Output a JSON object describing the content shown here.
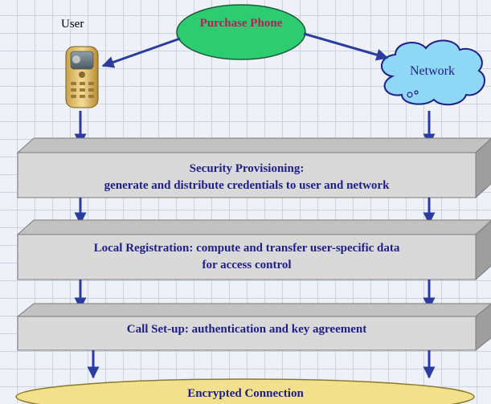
{
  "diagram": {
    "user_label": "User",
    "purchase_label": "Purchase Phone",
    "network_label": "Network",
    "box1_title": "Security Provisioning:",
    "box1_subtitle": "generate and distribute credentials to user and network",
    "box2_line1": "Local Registration: compute and transfer user-specific data",
    "box2_line2": "for access control",
    "box3_label": "Call Set-up: authentication and key agreement",
    "ellipse_label": "Encrypted Connection"
  },
  "colors": {
    "purchase_fill": "#2ecc71",
    "purchase_text": "#c2185b",
    "cloud_fill": "#8fd8f5",
    "box_face": "#d9d9d9",
    "box_top": "#c2c2c2",
    "box_side": "#9e9e9e",
    "arrow": "#2a3ca0",
    "ellipse_fill": "#f3e08c",
    "text": "#1e1e8a"
  }
}
